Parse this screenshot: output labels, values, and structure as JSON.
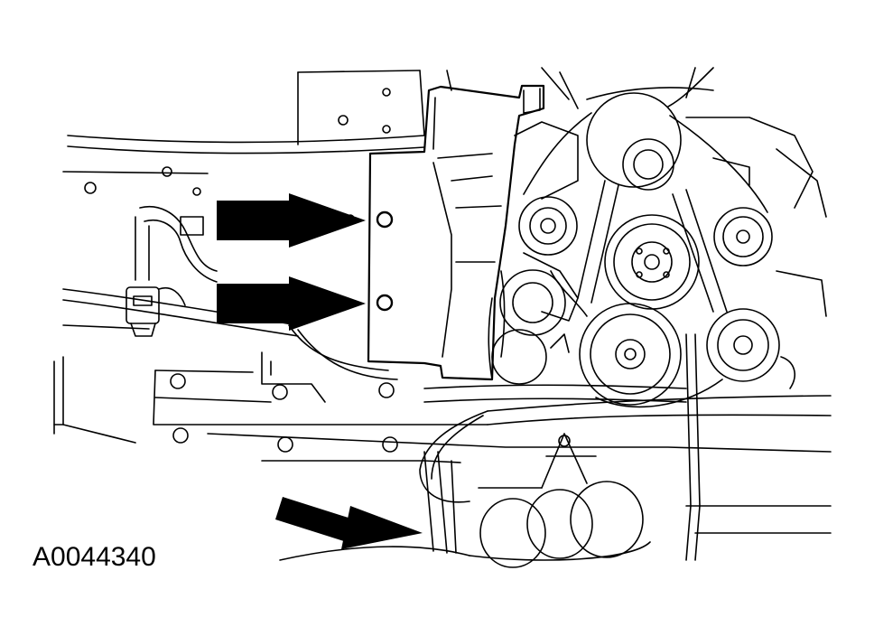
{
  "figure": {
    "id_label": "A0044340"
  },
  "colors": {
    "ink": "#000000",
    "paper": "#ffffff"
  },
  "callouts": [
    {
      "name": "upper-bolt-arrow",
      "icon": "arrow-right-icon"
    },
    {
      "name": "lower-bolt-arrow",
      "icon": "arrow-right-icon"
    },
    {
      "name": "harness-arrow",
      "icon": "arrow-right-icon"
    }
  ]
}
